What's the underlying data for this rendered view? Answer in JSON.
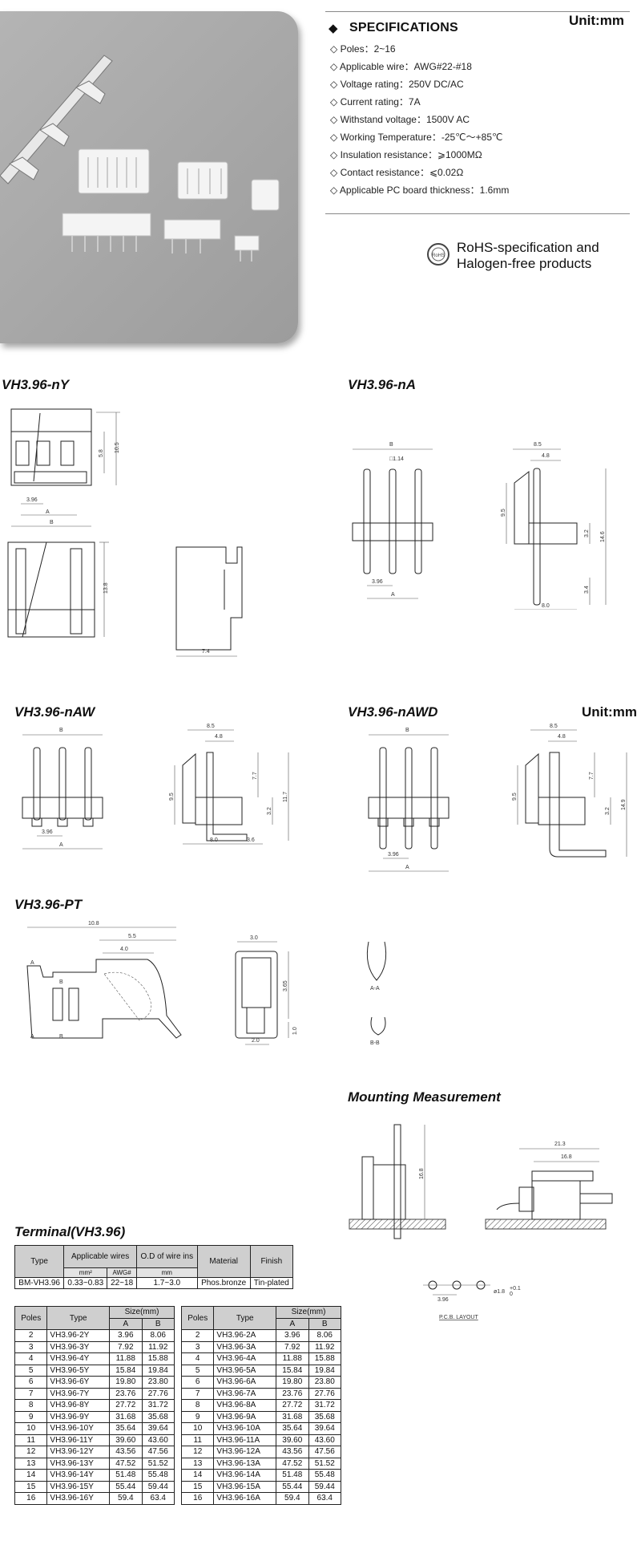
{
  "specifications": {
    "title": "SPECIFICATIONS",
    "unit": "Unit:mm",
    "items": [
      "Poles：2~16",
      "Applicable wire：AWG#22-#18",
      "Voltage rating：250V DC/AC",
      "Current rating：7A",
      "Withstand voltage：1500V AC",
      "Working Temperature：-25℃～+85℃",
      "Insulation resistance：⩾1000MΩ",
      "Contact resistance：⩽0.02Ω",
      "Applicable PC board thickness：1.6mm"
    ]
  },
  "rohs": {
    "line1": "RoHS-specification and",
    "line2": "Halogen-free products"
  },
  "sections": {
    "ny": "VH3.96-nY",
    "na": "VH3.96-nA",
    "naw": "VH3.96-nAW",
    "nawd": "VH3.96-nAWD",
    "nawd_unit": "Unit:mm",
    "pt": "VH3.96-PT",
    "mounting": "Mounting Measurement",
    "terminal": "Terminal(VH3.96)"
  },
  "dims": {
    "ny": {
      "d1": "10.5",
      "d2": "5.8",
      "d3": "3.96",
      "a": "A",
      "b": "B",
      "d4": "13.8",
      "d5": "7.4"
    },
    "na": {
      "b": "B",
      "sq": "□1.14",
      "d396": "3.96",
      "a": "A",
      "d85": "8.5",
      "d48": "4.8",
      "d95": "9.5",
      "d146": "14.6",
      "d32": "3.2",
      "d34": "3.4",
      "d80": "8.0"
    },
    "naw": {
      "b": "B",
      "d396": "3.96",
      "a": "A",
      "d85": "8.5",
      "d48": "4.8",
      "d95": "9.5",
      "d77": "7.7",
      "d117": "11.7",
      "d32": "3.2",
      "d80": "8.0",
      "d36": "3.6"
    },
    "nawd": {
      "b": "B",
      "d396": "3.96",
      "a": "A",
      "d85": "8.5",
      "d48": "4.8",
      "d95": "9.5",
      "d77": "7.7",
      "d149": "14.9",
      "d32": "3.2"
    },
    "pt": {
      "d108": "10.8",
      "d55": "5.5",
      "d40": "4.0",
      "a": "A",
      "b": "B",
      "d30": "3.0",
      "d365": "3.65",
      "d10": "1.0",
      "d20": "2.0",
      "aa": "A-A",
      "bb": "B-B"
    },
    "mount": {
      "d168": "16.8",
      "d213": "21.3",
      "d168b": "16.8",
      "d396": "3.96",
      "hole": "ø1.8",
      "tol": "+0.1",
      "tol0": "0",
      "pcb": "P.C.B. LAYOUT"
    }
  },
  "terminal_table": {
    "h_type": "Type",
    "h_wires": "Applicable wires",
    "h_od": "O.D of wire ins",
    "h_material": "Material",
    "h_finish": "Finish",
    "h_mm2": "mm²",
    "h_awg": "AWG#",
    "h_mm": "mm",
    "row": {
      "type": "BM-VH3.96",
      "mm2": "0.33~0.83",
      "awg": "22~18",
      "od": "1.7~3.0",
      "material": "Phos.bronze",
      "finish": "Tin-plated"
    }
  },
  "poles_table": {
    "h_poles": "Poles",
    "h_type": "Type",
    "h_size": "Size(mm)",
    "h_a": "A",
    "h_b": "B",
    "left": [
      [
        "2",
        "VH3.96-2Y",
        "3.96",
        "8.06"
      ],
      [
        "3",
        "VH3.96-3Y",
        "7.92",
        "11.92"
      ],
      [
        "4",
        "VH3.96-4Y",
        "11.88",
        "15.88"
      ],
      [
        "5",
        "VH3.96-5Y",
        "15.84",
        "19.84"
      ],
      [
        "6",
        "VH3.96-6Y",
        "19.80",
        "23.80"
      ],
      [
        "7",
        "VH3.96-7Y",
        "23.76",
        "27.76"
      ],
      [
        "8",
        "VH3.96-8Y",
        "27.72",
        "31.72"
      ],
      [
        "9",
        "VH3.96-9Y",
        "31.68",
        "35.68"
      ],
      [
        "10",
        "VH3.96-10Y",
        "35.64",
        "39.64"
      ],
      [
        "11",
        "VH3.96-11Y",
        "39.60",
        "43.60"
      ],
      [
        "12",
        "VH3.96-12Y",
        "43.56",
        "47.56"
      ],
      [
        "13",
        "VH3.96-13Y",
        "47.52",
        "51.52"
      ],
      [
        "14",
        "VH3.96-14Y",
        "51.48",
        "55.48"
      ],
      [
        "15",
        "VH3.96-15Y",
        "55.44",
        "59.44"
      ],
      [
        "16",
        "VH3.96-16Y",
        "59.4",
        "63.4"
      ]
    ],
    "right": [
      [
        "2",
        "VH3.96-2A",
        "3.96",
        "8.06"
      ],
      [
        "3",
        "VH3.96-3A",
        "7.92",
        "11.92"
      ],
      [
        "4",
        "VH3.96-4A",
        "11.88",
        "15.88"
      ],
      [
        "5",
        "VH3.96-5A",
        "15.84",
        "19.84"
      ],
      [
        "6",
        "VH3.96-6A",
        "19.80",
        "23.80"
      ],
      [
        "7",
        "VH3.96-7A",
        "23.76",
        "27.76"
      ],
      [
        "8",
        "VH3.96-8A",
        "27.72",
        "31.72"
      ],
      [
        "9",
        "VH3.96-9A",
        "31.68",
        "35.68"
      ],
      [
        "10",
        "VH3.96-10A",
        "35.64",
        "39.64"
      ],
      [
        "11",
        "VH3.96-11A",
        "39.60",
        "43.60"
      ],
      [
        "12",
        "VH3.96-12A",
        "43.56",
        "47.56"
      ],
      [
        "13",
        "VH3.96-13A",
        "47.52",
        "51.52"
      ],
      [
        "14",
        "VH3.96-14A",
        "51.48",
        "55.48"
      ],
      [
        "15",
        "VH3.96-15A",
        "55.44",
        "59.44"
      ],
      [
        "16",
        "VH3.96-16A",
        "59.4",
        "63.4"
      ]
    ]
  }
}
